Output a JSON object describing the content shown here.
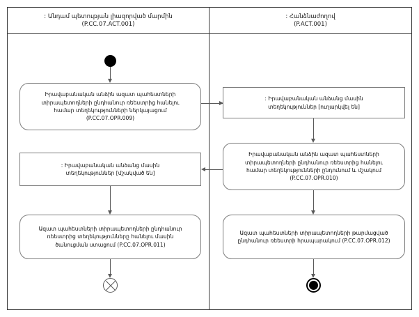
{
  "diagram": {
    "type": "uml-activity-diagram",
    "lanes": [
      {
        "id": "lane-left",
        "title": ": Անդամ պետության լիազորված մարմին",
        "code": "(P.CC.07.ACT.001)"
      },
      {
        "id": "lane-right",
        "title": ": Հանձնաժողով",
        "code": "(P.ACT.001)"
      }
    ],
    "nodes": {
      "left_initial": {
        "kind": "initial-node",
        "label": ""
      },
      "left_action_1": {
        "kind": "action",
        "line1": "Իրավաբանական անձին ազատ պահեստների",
        "line2": "տիրապետողների ընդհանուր ռեեստրից հանելու",
        "line3": "համար տեղեկությունների ներկայացում",
        "line4": "(P.CC.07.OPR.009)"
      },
      "left_object_1": {
        "kind": "object",
        "line1": ": Իրավաբանական անձանց մասին",
        "line2": "տեղեկություններ [մշակված են]"
      },
      "left_action_2": {
        "kind": "action",
        "line1": "Ազատ պահեստների տիրապետողների ընդհանուր",
        "line2": "ռեեստրից տեղեկությունները հանելու մասին",
        "line3": "ծանուցման ստացում (P.CC.07.OPR.011)"
      },
      "left_final": {
        "kind": "flow-final",
        "label": ""
      },
      "right_object_1": {
        "kind": "object",
        "line1": ": Իրավաբանական անձանց մասին",
        "line2": "տեղեկություններ [ուղարկվել են]"
      },
      "right_action_1": {
        "kind": "action",
        "line1": "Իրավաբանական անձին ազատ պահեստների",
        "line2": "տիրապետողների ընդհանուր ռեեստրից հանելու",
        "line3": "համար տեղեկությունների ընդունում և մշակում",
        "line4": "(P.CC.07.OPR.010)"
      },
      "right_action_2": {
        "kind": "action",
        "line1": "Ազատ պահեստների տիրապետողների թարմացված",
        "line2": "ընդհանուր ռեեստրի հրապարակում (P.CC.07.OPR.012)"
      },
      "right_final": {
        "kind": "activity-final",
        "label": ""
      }
    },
    "colors": {
      "lane_border": "#3b3b3b",
      "node_border": "#7d7d7d",
      "edge": "#595959",
      "node_fill": "#ffffff",
      "control_node": "#000000",
      "text": "#111111",
      "background": "#ffffff"
    }
  }
}
